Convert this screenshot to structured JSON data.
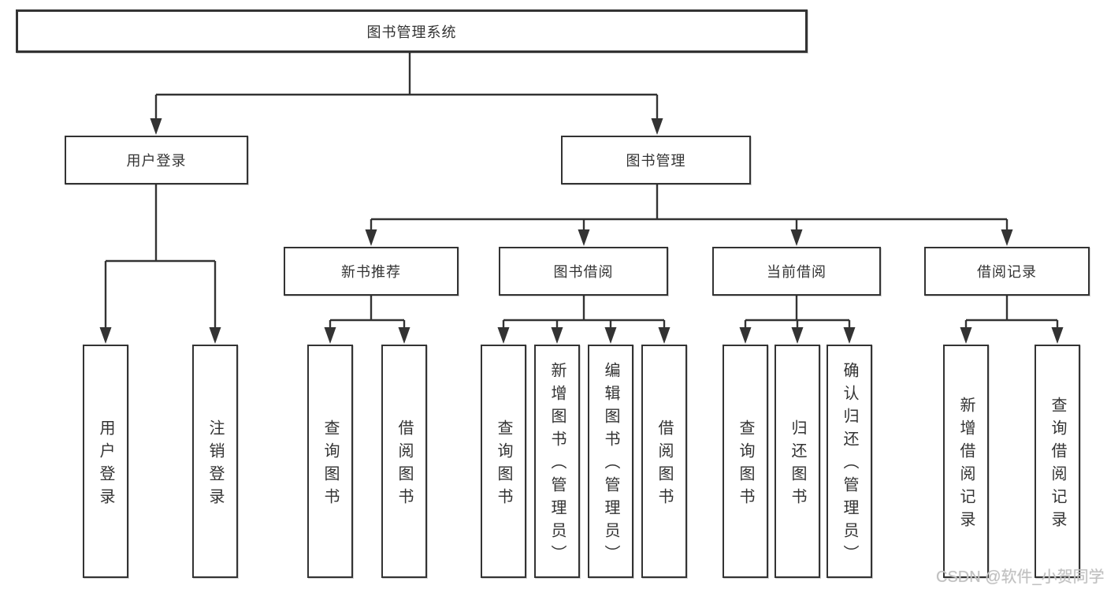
{
  "diagram": {
    "title": "图书管理系统",
    "tree": {
      "root": {
        "label": "图书管理系统"
      },
      "level2": [
        {
          "label": "用户登录",
          "leaves": [
            "用户登录",
            "注销登录"
          ]
        },
        {
          "label": "图书管理",
          "children": [
            {
              "label": "新书推荐",
              "leaves": [
                "查询图书",
                "借阅图书"
              ]
            },
            {
              "label": "图书借阅",
              "leaves": [
                "查询图书",
                "新增图书（管理员）",
                "编辑图书（管理员）",
                "借阅图书"
              ]
            },
            {
              "label": "当前借阅",
              "leaves": [
                "查询图书",
                "归还图书",
                "确认归还（管理员）"
              ]
            },
            {
              "label": "借阅记录",
              "leaves": [
                "新增借阅记录",
                "查询借阅记录"
              ]
            }
          ]
        }
      ]
    },
    "colors": {
      "line": "#333333",
      "box_border": "#333333",
      "box_fill": "#ffffff",
      "text": "#333333",
      "background": "#ffffff",
      "watermark_text_color": "#c0c0c0"
    }
  },
  "watermark": {
    "text": "CSDN @软件_小贺同学"
  }
}
